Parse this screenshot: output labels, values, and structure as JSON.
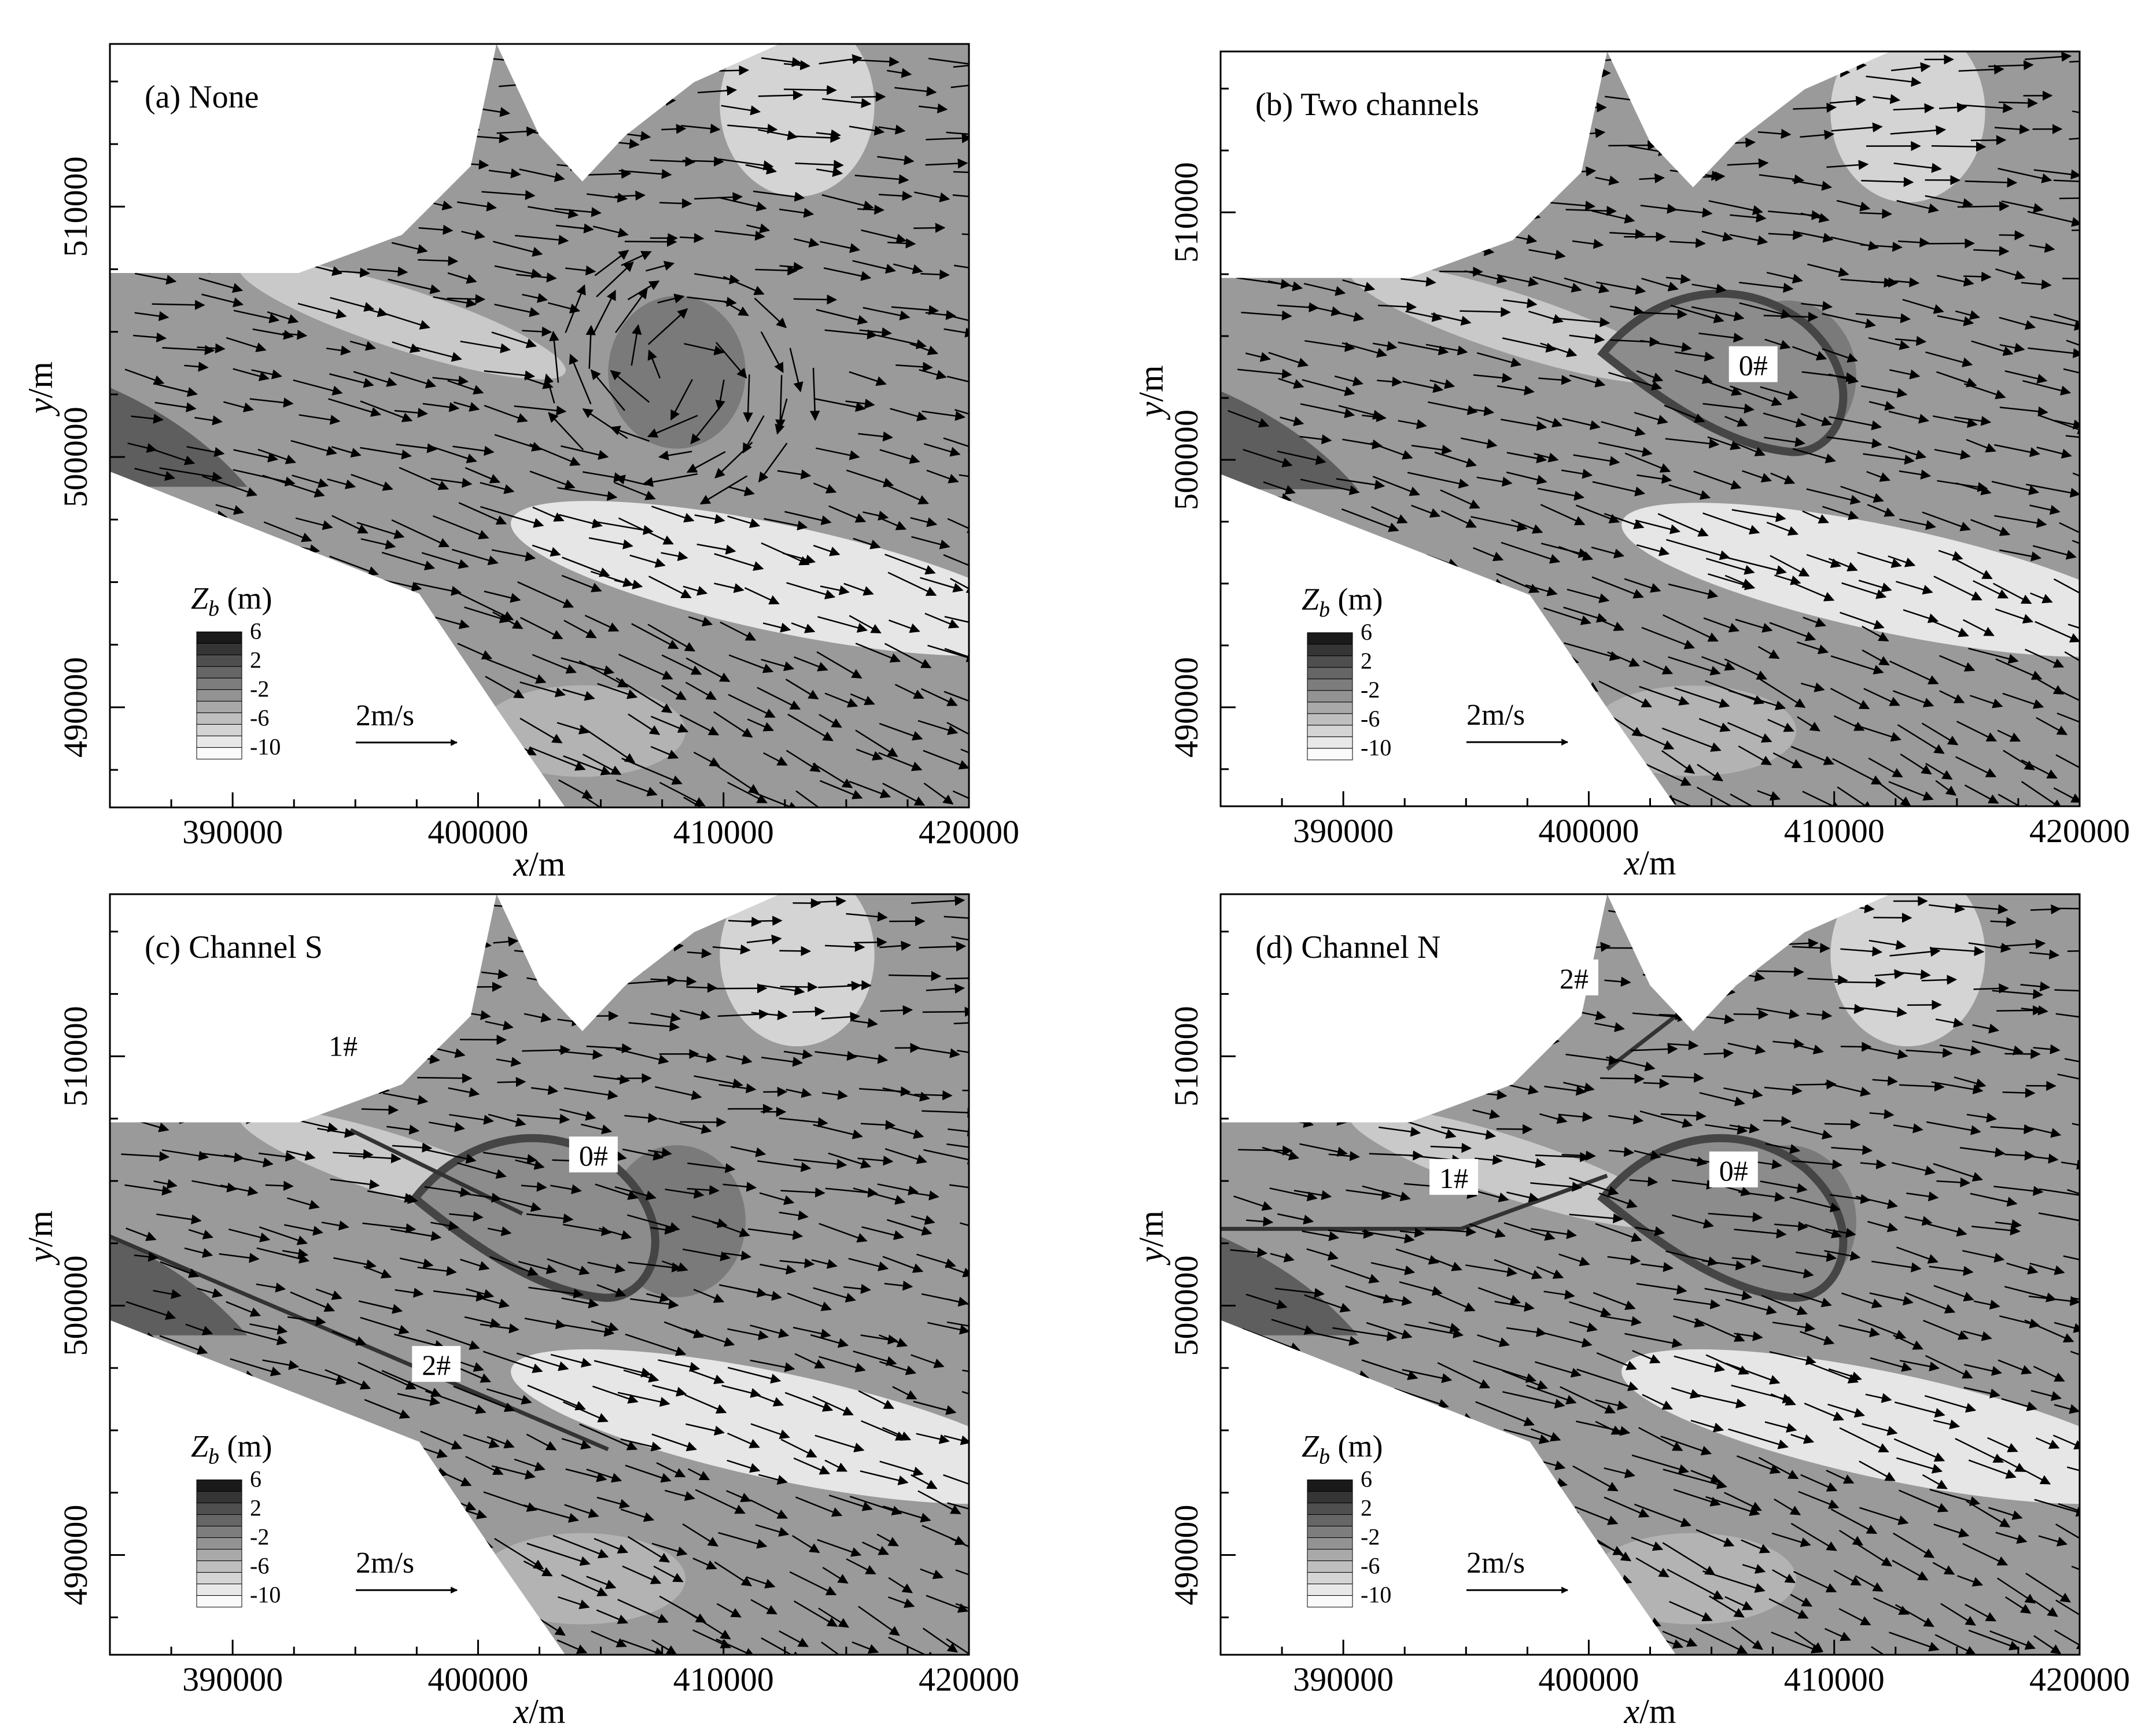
{
  "chart_data": [
    {
      "type": "contour-vector",
      "title": "(a) None",
      "xlabel": "x/m",
      "ylabel": "y/m",
      "xlim": [
        385000,
        420000
      ],
      "ylim": [
        486000,
        516500
      ],
      "x_ticks": [
        390000,
        400000,
        410000,
        420000
      ],
      "y_ticks": [
        490000,
        500000,
        510000
      ],
      "grid": false,
      "legend": {
        "title": "Z_b (m)",
        "levels": [
          "6",
          "2",
          "-2",
          "-6",
          "-10"
        ],
        "placement": "bottom-left"
      },
      "vector_reference": {
        "label": "2m/s",
        "magnitude": 2
      },
      "structure_labels": []
    },
    {
      "type": "contour-vector",
      "title": "(b) Two channels",
      "xlabel": "x/m",
      "ylabel": "y/m",
      "xlim": [
        385000,
        420000
      ],
      "ylim": [
        486000,
        516500
      ],
      "x_ticks": [
        390000,
        400000,
        410000,
        420000
      ],
      "y_ticks": [
        490000,
        500000,
        510000
      ],
      "grid": false,
      "legend": {
        "title": "Z_b (m)",
        "levels": [
          "6",
          "2",
          "-2",
          "-6",
          "-10"
        ],
        "placement": "bottom-left"
      },
      "vector_reference": {
        "label": "2m/s",
        "magnitude": 2
      },
      "structure_labels": [
        {
          "text": "0#",
          "x": 406700,
          "y": 503700
        }
      ]
    },
    {
      "type": "contour-vector",
      "title": "(c) Channel S",
      "xlabel": "x/m",
      "ylabel": "y/m",
      "xlim": [
        385000,
        420000
      ],
      "ylim": [
        486000,
        516500
      ],
      "x_ticks": [
        390000,
        400000,
        410000,
        420000
      ],
      "y_ticks": [
        490000,
        500000,
        510000
      ],
      "grid": false,
      "legend": {
        "title": "Z_b (m)",
        "levels": [
          "6",
          "2",
          "-2",
          "-6",
          "-10"
        ],
        "placement": "bottom-left"
      },
      "vector_reference": {
        "label": "2m/s",
        "magnitude": 2
      },
      "structure_labels": [
        {
          "text": "1#",
          "x": 394500,
          "y": 510300
        },
        {
          "text": "0#",
          "x": 404700,
          "y": 505900
        },
        {
          "text": "2#",
          "x": 398300,
          "y": 497500
        }
      ]
    },
    {
      "type": "contour-vector",
      "title": "(d) Channel N",
      "xlabel": "x/m",
      "ylabel": "y/m",
      "xlim": [
        385000,
        420000
      ],
      "ylim": [
        486000,
        516500
      ],
      "x_ticks": [
        390000,
        400000,
        410000,
        420000
      ],
      "y_ticks": [
        490000,
        500000,
        510000
      ],
      "grid": false,
      "legend": {
        "title": "Z_b (m)",
        "levels": [
          "6",
          "2",
          "-2",
          "-6",
          "-10"
        ],
        "placement": "bottom-left"
      },
      "vector_reference": {
        "label": "2m/s",
        "magnitude": 2
      },
      "structure_labels": [
        {
          "text": "2#",
          "x": 399400,
          "y": 513000
        },
        {
          "text": "1#",
          "x": 394500,
          "y": 505000
        },
        {
          "text": "0#",
          "x": 405900,
          "y": 505300
        }
      ]
    }
  ]
}
